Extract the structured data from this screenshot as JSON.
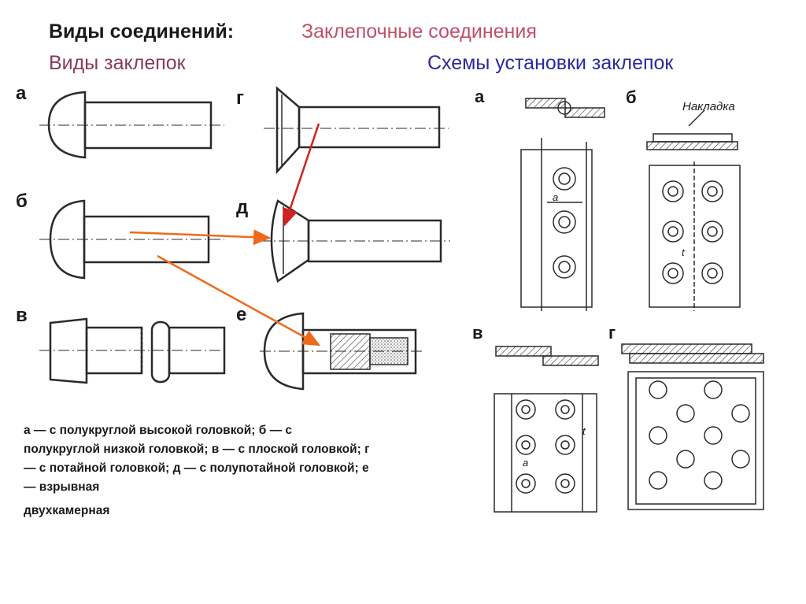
{
  "title": {
    "prefix": "Виды соединений:",
    "topic": "Заклепочные соединения",
    "left_heading": "Виды заклепок",
    "right_heading": "Схемы установки заклепок"
  },
  "rivet_labels": [
    "а",
    "г",
    "б",
    "д",
    "в",
    "е"
  ],
  "scheme_labels": [
    "а",
    "б",
    "в",
    "г"
  ],
  "scheme_annotation": "Накладка",
  "dimension_letters": [
    "a",
    "t"
  ],
  "caption": {
    "line1": "а — с полукруглой высокой головкой; б — с полукруглой низкой головкой; в — с плоской головкой; г — с потайной головкой; д — с полупотайной головкой; е — взрывная",
    "line2": "двухкамерная"
  },
  "colors": {
    "arrow_red": "#d42020",
    "arrow_orange": "#ee6a1a",
    "line": "#2a2a2a"
  }
}
